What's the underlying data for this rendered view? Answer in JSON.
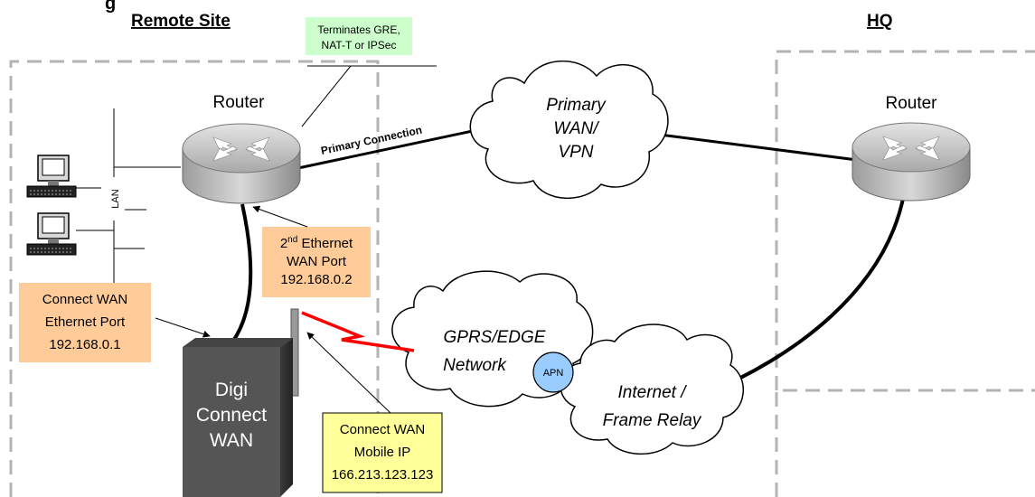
{
  "header": {
    "partial_title": "g"
  },
  "sites": {
    "remote": "Remote Site",
    "hq": "HQ"
  },
  "routers": {
    "remote_label": "Router",
    "hq_label": "Router"
  },
  "clouds": {
    "primary": [
      "Primary",
      "WAN/",
      "VPN"
    ],
    "gprs": [
      "GPRS/EDGE",
      "Network"
    ],
    "internet": [
      "Internet /",
      "Frame Relay"
    ]
  },
  "apn_label": "APN",
  "lan_label": "LAN",
  "primary_connection_label": "Primary Connection",
  "device": {
    "lines": [
      "Digi",
      "Connect",
      "WAN"
    ]
  },
  "callouts": {
    "terminates": {
      "lines": [
        "Terminates GRE,",
        "NAT-T or IPSec"
      ],
      "color": "#ccffcc"
    },
    "eth_port2": {
      "line1_main": "2",
      "line1_sup": "nd",
      "line1_rest": " Ethernet",
      "lines": [
        "WAN Port",
        "192.168.0.2"
      ],
      "color": "#ffcc99"
    },
    "connect_eth": {
      "lines": [
        "Connect WAN",
        "Ethernet Port",
        "192.168.0.1"
      ],
      "color": "#ffcc99"
    },
    "mobile_ip": {
      "lines": [
        "Connect WAN",
        "Mobile IP",
        "166.213.123.123"
      ],
      "color": "#ffff99"
    }
  },
  "colors": {
    "apn_fill": "#99ccff",
    "device_fill": "#555555",
    "lightning": "#ff0000",
    "boundary": "#b3b3b3"
  }
}
